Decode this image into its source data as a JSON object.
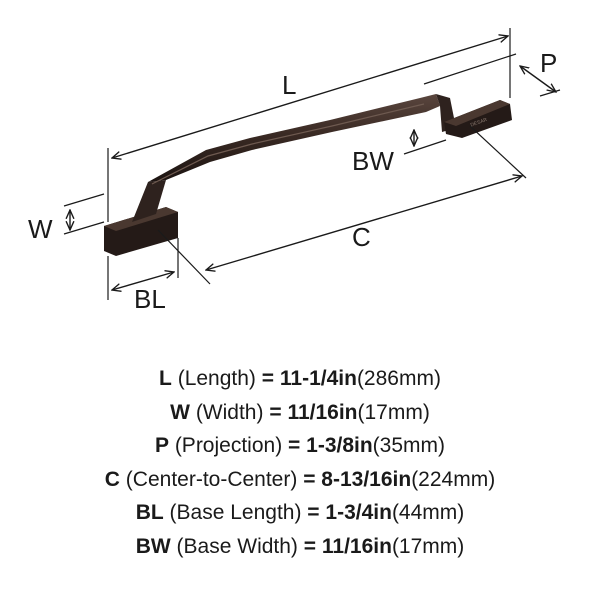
{
  "diagram": {
    "labels": {
      "L": "L",
      "P": "P",
      "BW": "BW",
      "W": "W",
      "C": "C",
      "BL": "BL"
    },
    "engraving": "DESAR",
    "colors": {
      "handle_dark": "#241a17",
      "handle_mid": "#3a2a24",
      "handle_light": "#5a463e",
      "lines": "#1a1a1a"
    }
  },
  "specs": [
    {
      "sym": "L",
      "desc": " (Length) ",
      "eq": "= ",
      "imp": "11-1/4in",
      "met": "(286mm)"
    },
    {
      "sym": "W",
      "desc": " (Width) ",
      "eq": "= ",
      "imp": "11/16in",
      "met": "(17mm)"
    },
    {
      "sym": "P",
      "desc": " (Projection) ",
      "eq": "= ",
      "imp": "1-3/8in",
      "met": "(35mm)"
    },
    {
      "sym": "C",
      "desc": " (Center-to-Center) ",
      "eq": "= ",
      "imp": "8-13/16in",
      "met": "(224mm)"
    },
    {
      "sym": "BL",
      "desc": " (Base Length) ",
      "eq": "= ",
      "imp": "1-3/4in",
      "met": "(44mm)"
    },
    {
      "sym": "BW",
      "desc": " (Base Width) ",
      "eq": "= ",
      "imp": "11/16in",
      "met": "(17mm)"
    }
  ]
}
